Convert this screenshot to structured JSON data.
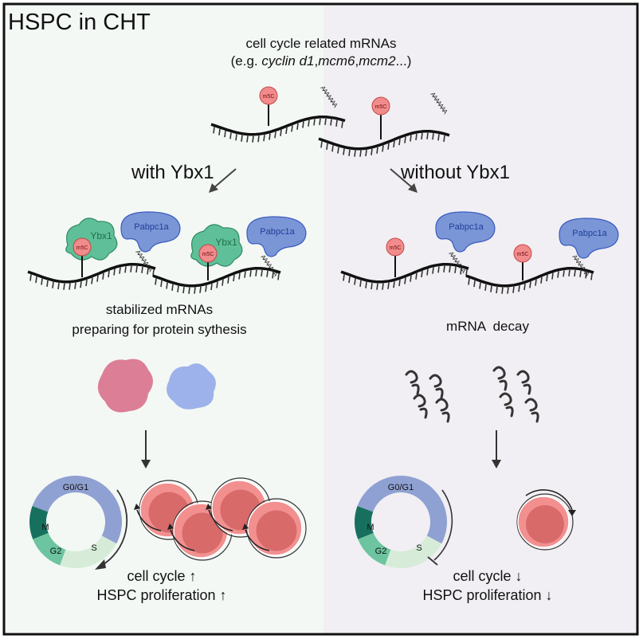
{
  "title": "HSPC in CHT",
  "header": {
    "line1": "cell cycle related mRNAs",
    "line2_parts": [
      "(e.g. ",
      "cyclin d1",
      ",",
      "mcm6",
      ",",
      "mcm2",
      "...)"
    ]
  },
  "labels": {
    "m5c": "m5C",
    "polya": "AAAAAAA",
    "ybx1": "Ybx1",
    "pabpc1a": "Pabpc1a"
  },
  "left": {
    "condition": "with Ybx1",
    "result_line1": "stabilized mRNAs",
    "result_line2": "preparing for protein sythesis",
    "outcome_line1": "cell cycle ↑",
    "outcome_line2": "HSPC proliferation ↑",
    "background": "#f3f8f5"
  },
  "right": {
    "condition": "without Ybx1",
    "result_line1": "mRNA  decay",
    "outcome_line1": "cell cycle ↓",
    "outcome_line2": "HSPC proliferation ↓",
    "background": "#f1eff3"
  },
  "cell_cycle_phases": [
    "G0/G1",
    "S",
    "G2",
    "M"
  ],
  "colors": {
    "m5c": "#f28b8b",
    "ybx1": "#5fbf98",
    "pabpc1a": "#7b96d6",
    "cell_outer": "#f29090",
    "cell_inner": "#d96a6a",
    "g0g1": "#8fa1d2",
    "s": "#d6ecd8",
    "g2": "#6cc4a0",
    "m": "#17705e"
  }
}
